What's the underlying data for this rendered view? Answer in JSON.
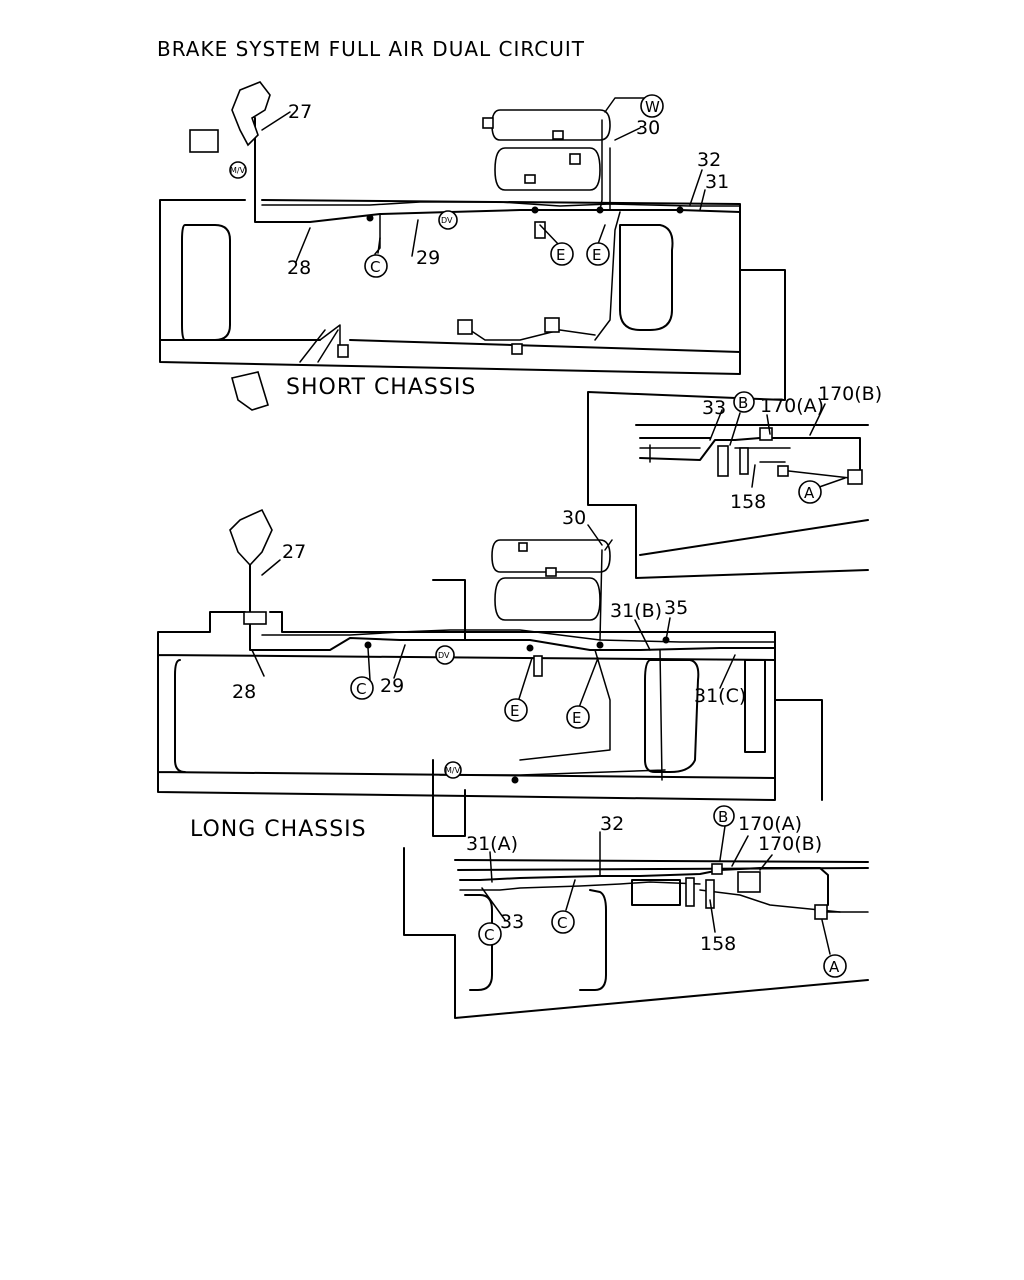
{
  "title": "BRAKE SYSTEM FULL AIR DUAL CIRCUIT",
  "sections": {
    "short": "SHORT CHASSIS",
    "long": "LONG CHASSIS"
  },
  "short_chassis": {
    "n27": "27",
    "n30": "30",
    "n32": "32",
    "n31": "31",
    "n28": "28",
    "n29": "29",
    "n33": "33",
    "n170a": "170(A)",
    "n170b": "170(B)",
    "n158": "158",
    "c": "C",
    "e1": "E",
    "e2": "E",
    "w": "W",
    "b": "B",
    "a": "A",
    "mv": "M/V",
    "dv": "DV"
  },
  "long_chassis": {
    "n30": "30",
    "n27": "27",
    "n31b": "31(B)",
    "n35": "35",
    "n28": "28",
    "n29": "29",
    "n31c": "31(C)",
    "n31a": "31(A)",
    "n32": "32",
    "n33": "33",
    "n170a": "170(A)",
    "n170b": "170(B)",
    "n158": "158",
    "c1": "C",
    "c2": "C",
    "c3": "C",
    "e1": "E",
    "e2": "E",
    "b": "B",
    "a": "A",
    "mv": "M/V",
    "dv": "DV"
  }
}
